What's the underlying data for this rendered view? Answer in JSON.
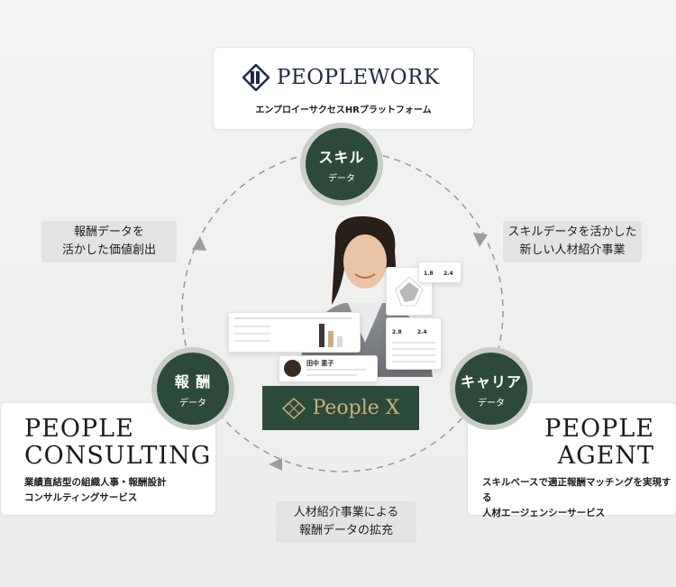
{
  "peoplework": {
    "name": "PEOPLEWORK",
    "tagline": "エンプロイーサクセスHRプラットフォーム"
  },
  "nodes": {
    "skill": {
      "title": "スキル",
      "sub": "データ"
    },
    "career": {
      "title": "キャリア",
      "sub": "データ"
    },
    "reward": {
      "title": "報 酬",
      "sub": "データ"
    }
  },
  "boxes": {
    "top_left": {
      "line1": "報酬データを",
      "line2": "活かした価値創出"
    },
    "top_right": {
      "line1": "スキルデータを活かした",
      "line2": "新しい人材紹介事業"
    },
    "bottom": {
      "line1": "人材紹介事業による",
      "line2": "報酬データの拡充"
    }
  },
  "consulting": {
    "line1": "PEOPLE",
    "line2": "CONSULTING",
    "desc1": "業績直結型の組織人事・報酬設計",
    "desc2": "コンサルティングサービス"
  },
  "agent": {
    "line1": "PEOPLE",
    "line2": "AGENT",
    "desc1": "スキルベースで適正報酬マッチングを実現する",
    "desc2": "人材エージェンシーサービス"
  },
  "peoplex": {
    "name": "People X"
  },
  "profile_card": {
    "name": "田中 恵子"
  },
  "stats": {
    "a": "1.8",
    "b": "2.4",
    "c": "2.8",
    "d": "2.4"
  },
  "colors": {
    "green": "#2c4a3a",
    "navy": "#1f2a44",
    "gold": "#c9b07a"
  }
}
